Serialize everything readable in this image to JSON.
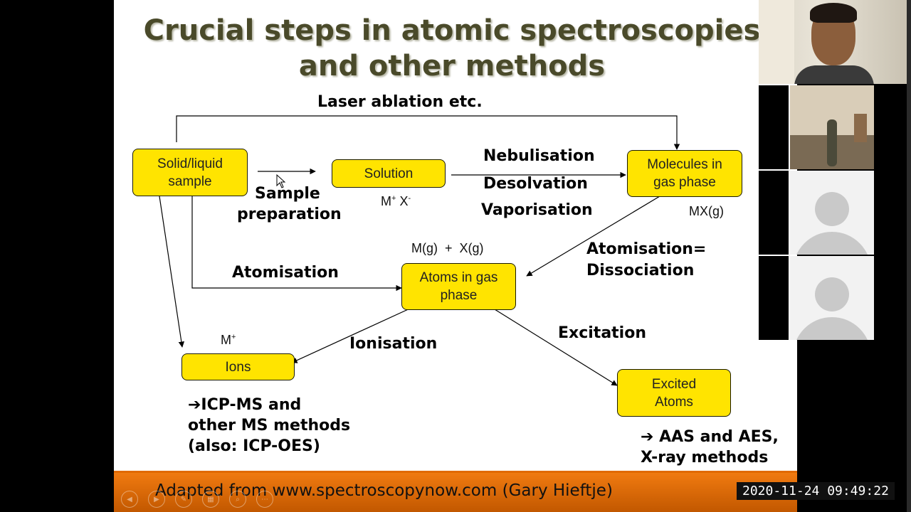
{
  "slide": {
    "title_line1": "Crucial steps in atomic spectroscopies",
    "title_line2": "and other methods",
    "labels": {
      "laser": "Laser ablation etc.",
      "sample_prep_1": "Sample",
      "sample_prep_2": "preparation",
      "nebulisation": "Nebulisation",
      "desolvation": "Desolvation",
      "vaporisation": "Vaporisation",
      "atomisation": "Atomisation",
      "atomisation_diss_1": "Atomisation=",
      "atomisation_diss_2": "Dissociation",
      "ionisation": "Ionisation",
      "excitation": "Excitation",
      "m_plus": "M",
      "m_plus_sup": "+",
      "m_x_m": "M",
      "m_x_m_sup": "+",
      "m_x_x": " X",
      "m_x_x_sup": "-",
      "mx_g": "MX(g)",
      "mg_xg": "M(g)  +  X(g)"
    },
    "boxes": {
      "sample_1": "Solid/liquid",
      "sample_2": "sample",
      "solution": "Solution",
      "molecules_1": "Molecules in",
      "molecules_2": "gas phase",
      "atoms_1": "Atoms in gas",
      "atoms_2": "phase",
      "ions": "Ions",
      "excited_1": "Excited",
      "excited_2": "Atoms"
    },
    "results": {
      "ms_1": "➔ICP-MS and",
      "ms_2": "other MS methods",
      "ms_3": "(also: ICP-OES)",
      "aas_1": "➔ AAS and AES,",
      "aas_2": "X-ray methods"
    },
    "footer": "Adapted from www.spectroscopynow.com (Gary Hieftje)"
  },
  "timestamp": "2020-11-24 09:49:22",
  "colors": {
    "box_fill": "#ffe400",
    "footer": "#e06a00",
    "title": "#4a4a2a"
  }
}
